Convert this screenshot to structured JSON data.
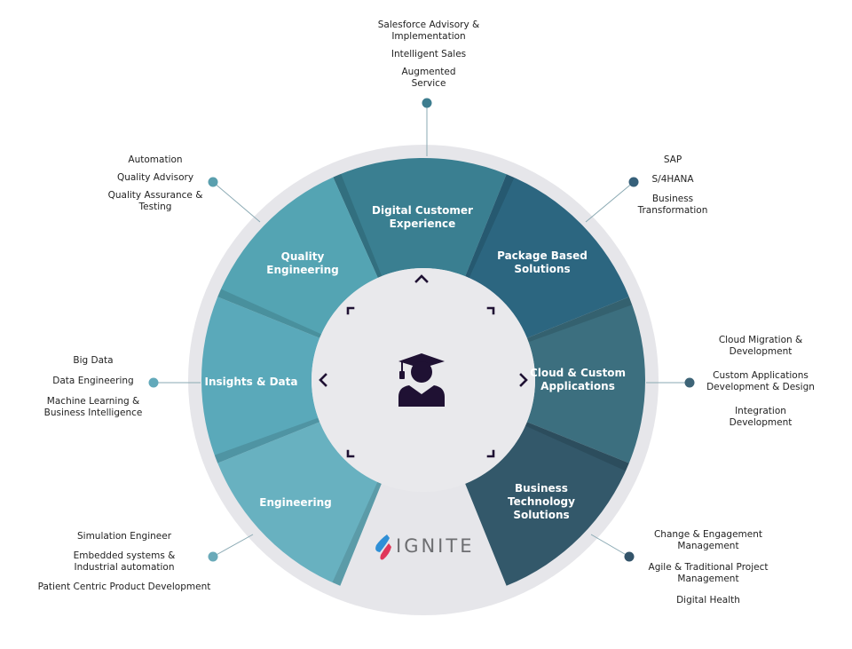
{
  "center": {
    "icon": "graduate-student-icon",
    "logo": {
      "text": "IGNITE",
      "icon": "flame-logo-icon",
      "colors": [
        "#2f8fd6",
        "#e0375a"
      ]
    }
  },
  "colors": {
    "ring": "#e6e6ea",
    "inner": "#e9e9ec",
    "icon_dark": "#1f1133",
    "leader_line": "#8aa9b3"
  },
  "segments": [
    {
      "id": "digital-customer-experience",
      "label": [
        "Digital Customer",
        "Experience"
      ],
      "color": "#3a7f91",
      "callout": {
        "items": [
          "Salesforce Advisory & Implementation",
          "Intelligent Sales",
          "Augmented Service"
        ],
        "dot_color": "#3d7d8f"
      }
    },
    {
      "id": "package-based-solutions",
      "label": [
        "Package Based",
        "Solutions"
      ],
      "color": "#2c6680",
      "callout": {
        "items": [
          "SAP",
          "S/4HANA",
          "Business Transformation"
        ],
        "dot_color": "#36607a"
      }
    },
    {
      "id": "cloud-custom-applications",
      "label": [
        "Cloud & Custom",
        "Applications"
      ],
      "color": "#3c6f7f",
      "callout": {
        "items": [
          "Cloud Migration & Development",
          "Custom Applications Development & Design",
          "Integration Development"
        ],
        "dot_color": "#3d6477"
      }
    },
    {
      "id": "business-technology-solutions",
      "label": [
        "Business",
        "Technology",
        "Solutions"
      ],
      "color": "#33586a",
      "callout": {
        "items": [
          "Change & Engagement Management",
          "Agile & Traditional Project Management",
          "Digital Health"
        ],
        "dot_color": "#33546a"
      }
    },
    {
      "id": "engineering",
      "label": [
        "Engineering"
      ],
      "color": "#68b1c0",
      "callout": {
        "items": [
          "Simulation Engineer",
          "Embedded systems & Industrial automation",
          "Patient Centric Product Development"
        ],
        "dot_color": "#6aaab9"
      }
    },
    {
      "id": "insights-data",
      "label": [
        "Insights & Data"
      ],
      "color": "#5aa9ba",
      "callout": {
        "items": [
          "Big Data",
          "Data Engineering",
          "Machine Learning & Business Intelligence"
        ],
        "dot_color": "#62a9ba"
      }
    },
    {
      "id": "quality-engineering",
      "label": [
        "Quality",
        "Engineering"
      ],
      "color": "#54a4b3",
      "callout": {
        "items": [
          "Automation",
          "Quality Advisory",
          "Quality Assurance & Testing"
        ],
        "dot_color": "#5a9fae"
      }
    }
  ],
  "arrows": [
    "chevron-up-icon",
    "chevron-right-icon",
    "chevron-left-icon",
    "corner-top-left-icon",
    "corner-top-right-icon",
    "corner-bottom-left-icon",
    "corner-bottom-right-icon"
  ]
}
